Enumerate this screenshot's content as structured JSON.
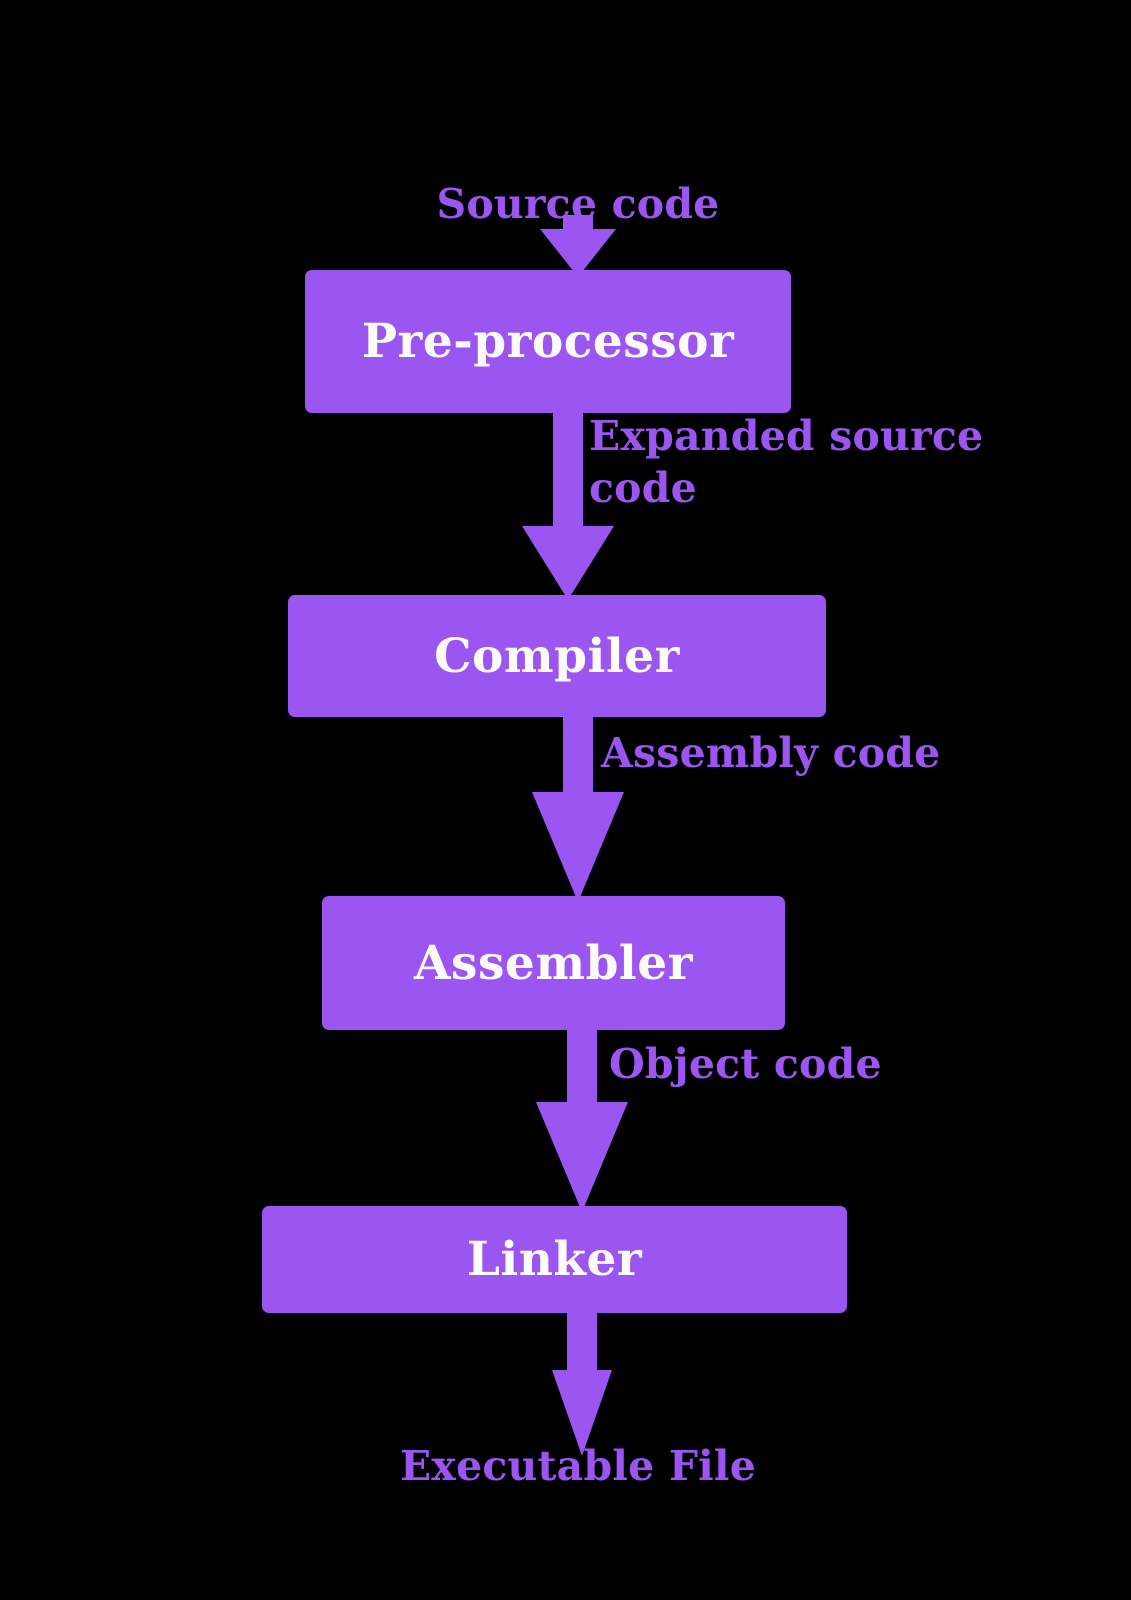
{
  "diagram": {
    "title": "C compilation process flowchart",
    "colors": {
      "background": "#000000",
      "node_fill": "#9b55f0",
      "node_text": "#fdfbfa",
      "edge_label_text": "#9b55f0",
      "arrow_fill": "#9b55f0"
    },
    "nodes": [
      {
        "id": "preprocessor",
        "label": "Pre-processor"
      },
      {
        "id": "compiler",
        "label": "Compiler"
      },
      {
        "id": "assembler",
        "label": "Assembler"
      },
      {
        "id": "linker",
        "label": "Linker"
      }
    ],
    "edge_labels": [
      {
        "id": "source_code",
        "text": "Source code"
      },
      {
        "id": "expanded_source",
        "text": "Expanded source code"
      },
      {
        "id": "assembly_code",
        "text": "Assembly code"
      },
      {
        "id": "object_code",
        "text": "Object code"
      },
      {
        "id": "executable_file",
        "text": "Executable File"
      }
    ],
    "flow": [
      {
        "from": "Source code",
        "to": "Pre-processor"
      },
      {
        "from": "Pre-processor",
        "to": "Compiler",
        "label": "Expanded source code"
      },
      {
        "from": "Compiler",
        "to": "Assembler",
        "label": "Assembly code"
      },
      {
        "from": "Assembler",
        "to": "Linker",
        "label": "Object code"
      },
      {
        "from": "Linker",
        "to": "Executable File"
      }
    ]
  }
}
